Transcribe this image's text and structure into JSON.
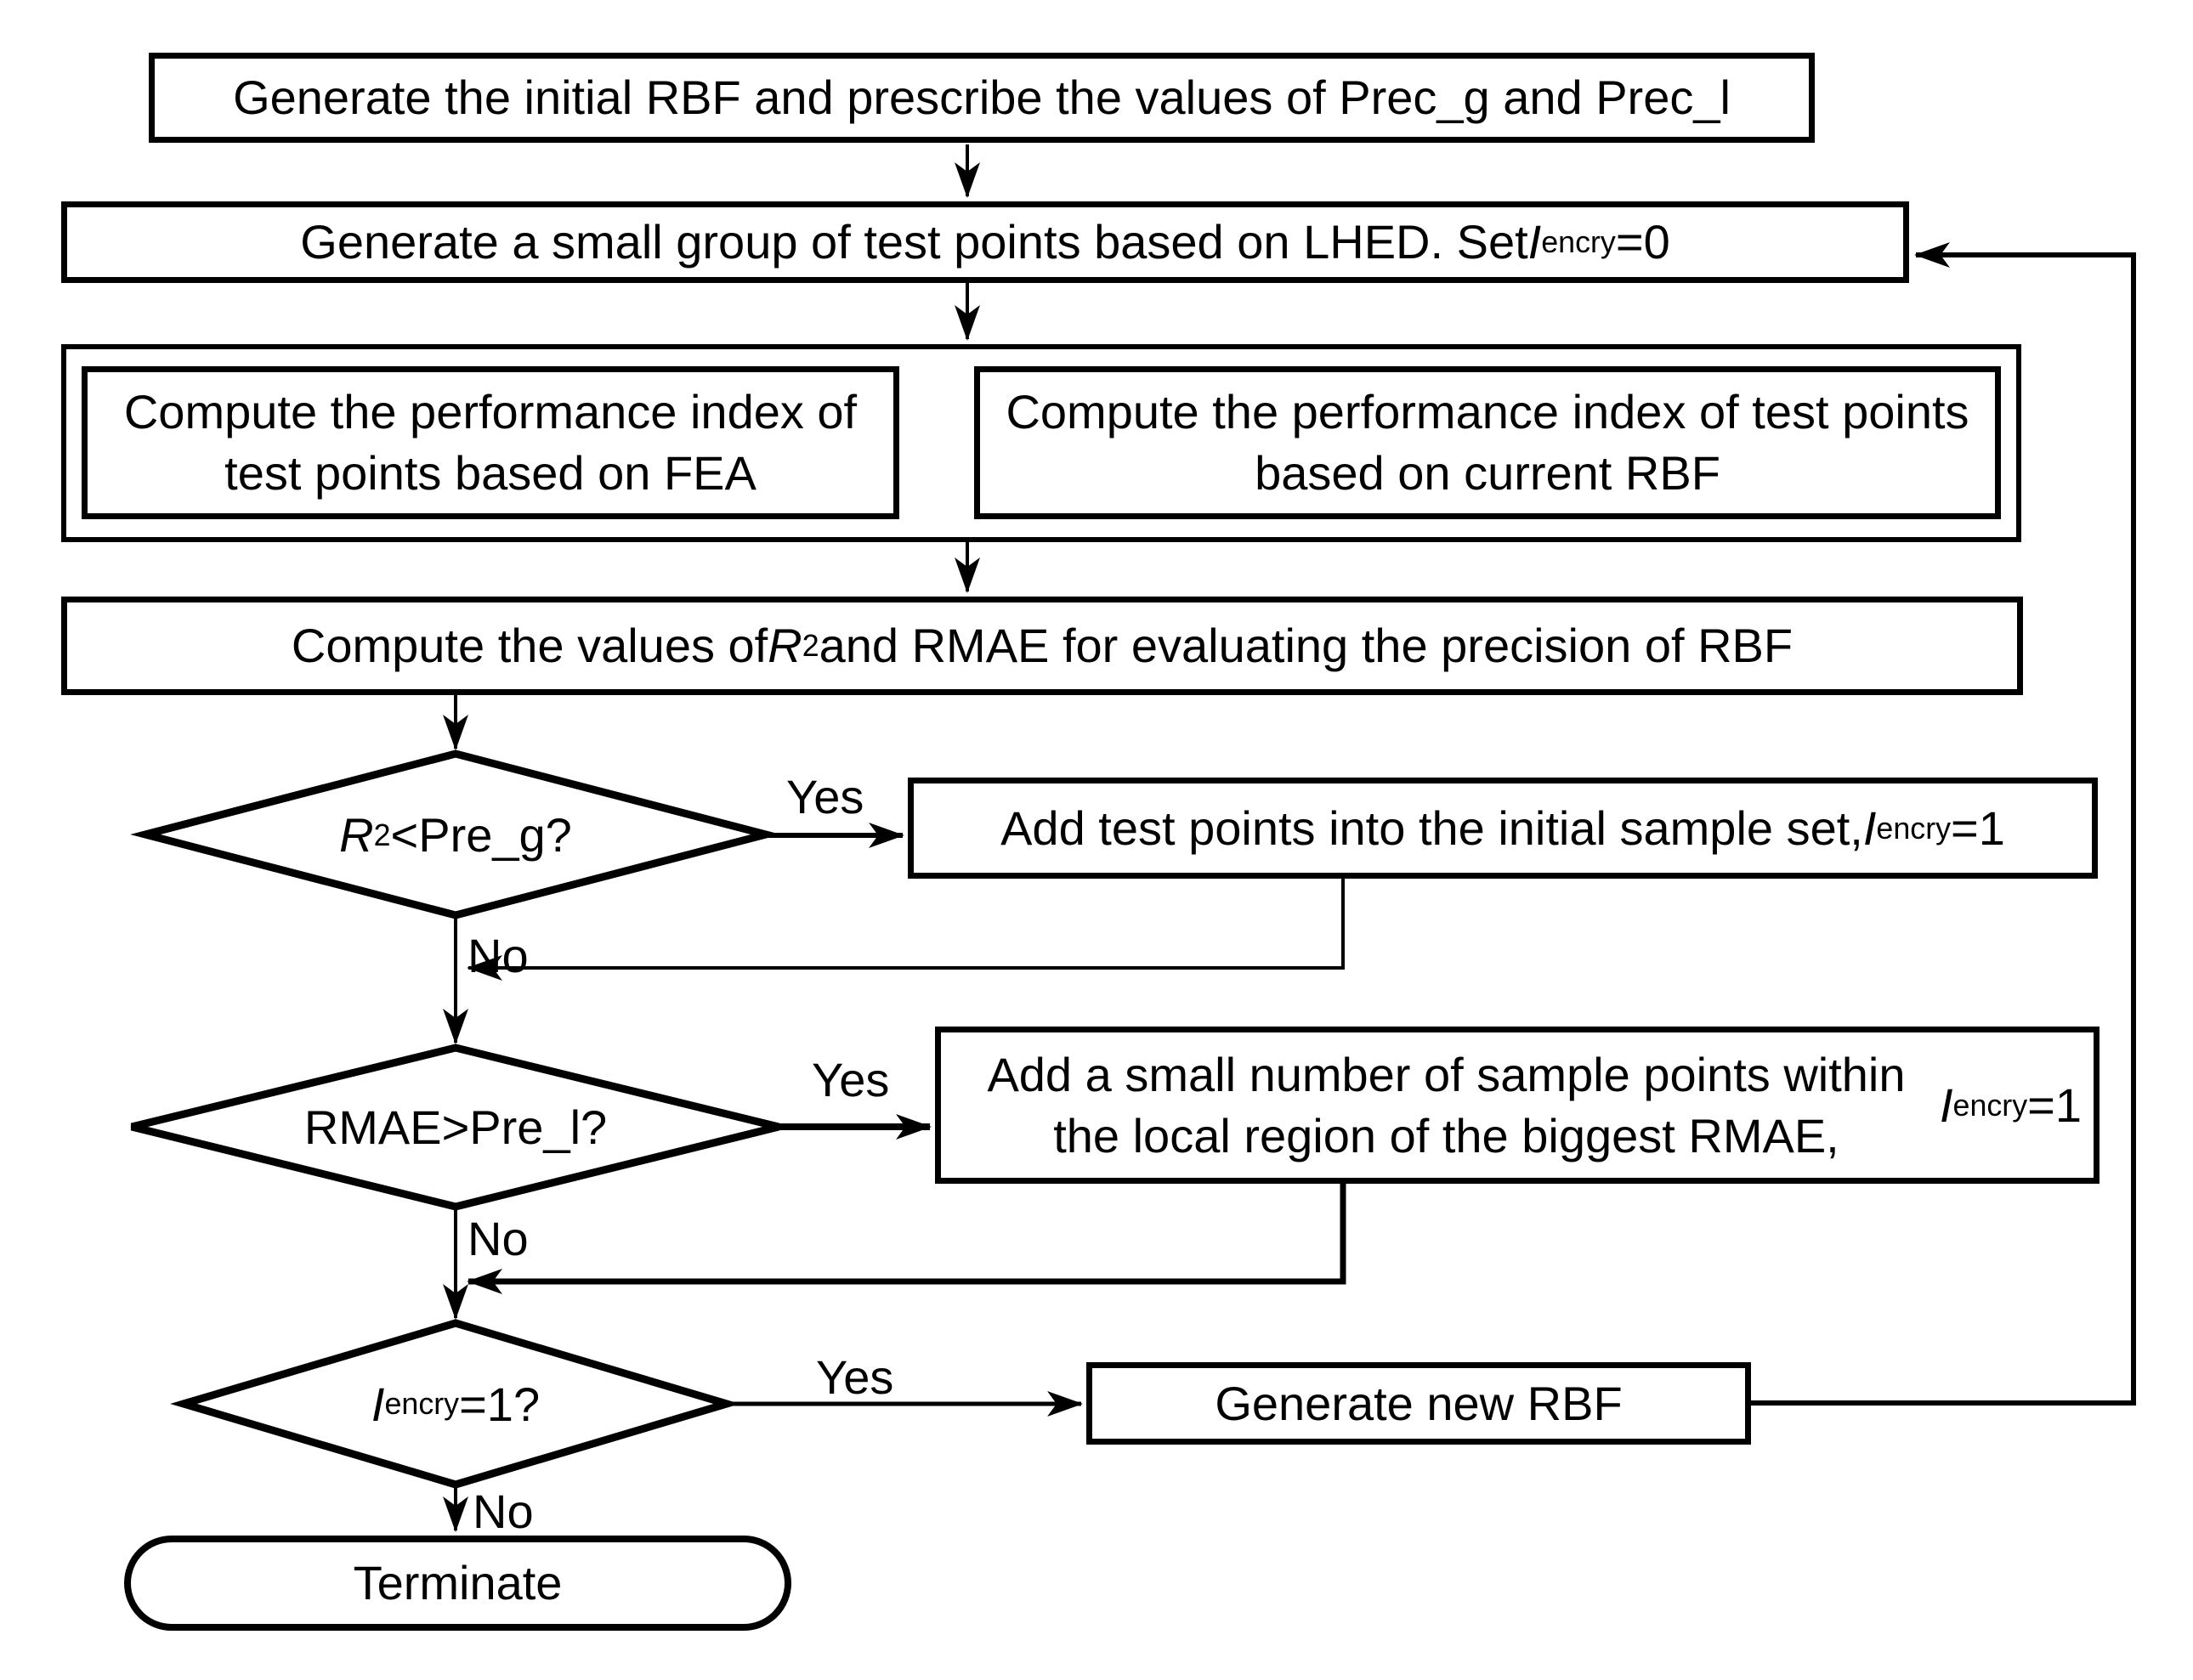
{
  "diagram": {
    "title": "RBF adaptive sampling flowchart",
    "colors": {
      "stroke": "#000000",
      "background": "#ffffff",
      "text": "#000000"
    },
    "nodes": {
      "start": {
        "html": "Generate the initial RBF and prescribe the values of Prec_g and Prec_l"
      },
      "generate_tests": {
        "html": "Generate a small group of test points based on LHED. Set <i>I</i><sub>encry</sub>=0"
      },
      "compute_fea": {
        "html": "Compute the performance index of test points based on FEA"
      },
      "compute_rbf": {
        "html": "Compute the performance index of test points based on current RBF"
      },
      "compute_r2_rmae": {
        "html": "Compute the values of <i>R</i><sup>2</sup> and RMAE for evaluating the precision of RBF"
      },
      "decision_r2": {
        "html": "<i>R</i><sup>2</sup>&lt;Pre_g?"
      },
      "add_test_points": {
        "html": "Add test points into the initial sample set, <i>I</i><sub>encry</sub>=1"
      },
      "decision_rmae": {
        "html": "RMAE&gt;Pre_l?"
      },
      "add_sample_points": {
        "html": "Add a small number of sample points within the local region of the biggest RMAE, <i>I</i><sub>encry</sub>=1"
      },
      "decision_iencry": {
        "html": "<i>I</i><sub>encry</sub>=1?"
      },
      "generate_new_rbf": {
        "html": "Generate new RBF"
      },
      "terminate": {
        "html": "Terminate"
      }
    },
    "edge_labels": {
      "yes_r2": "Yes",
      "no_r2": "No",
      "yes_rmae": "Yes",
      "no_rmae": "No",
      "yes_iencry": "Yes",
      "no_iencry": "No"
    }
  }
}
